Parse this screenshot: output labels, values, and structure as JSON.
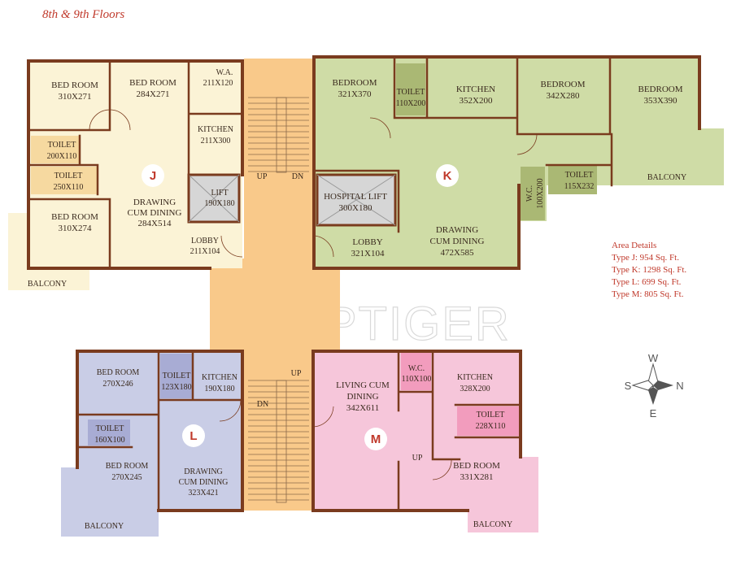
{
  "title": "8th & 9th Floors",
  "area_details": {
    "heading": "Area Details",
    "lines": [
      "Type J: 954 Sq. Ft.",
      "Type K: 1298 Sq. Ft.",
      "Type L: 699 Sq. Ft.",
      "Type M: 805 Sq. Ft."
    ]
  },
  "watermark": "PROPTIGER",
  "compass": {
    "w": "W",
    "s": "S",
    "n": "N",
    "e": "E"
  },
  "units": {
    "j": "J",
    "k": "K",
    "l": "L",
    "m": "M"
  },
  "rooms": {
    "j_bed1": [
      "BED ROOM",
      "310X271"
    ],
    "j_bed2": [
      "BED ROOM",
      "284X271"
    ],
    "j_wa": [
      "W.A.",
      "211X120"
    ],
    "j_kitchen": [
      "KITCHEN",
      "211X300"
    ],
    "j_toilet1": [
      "TOILET",
      "200X110"
    ],
    "j_toilet2": [
      "TOILET",
      "250X110"
    ],
    "j_bed3": [
      "BED ROOM",
      "310X274"
    ],
    "j_drawing": [
      "DRAWING",
      "CUM DINING",
      "284X514"
    ],
    "j_lift": [
      "LIFT",
      "190X180"
    ],
    "j_lobby": [
      "LOBBY",
      "211X104"
    ],
    "j_balcony": [
      "BALCONY"
    ],
    "k_bed1": [
      "BEDROOM",
      "321X370"
    ],
    "k_toilet1": [
      "TOILET",
      "110X200"
    ],
    "k_kitchen": [
      "KITCHEN",
      "352X200"
    ],
    "k_bed2": [
      "BEDROOM",
      "342X280"
    ],
    "k_bed3": [
      "BEDROOM",
      "353X390"
    ],
    "k_toilet2": [
      "TOILET",
      "115X232"
    ],
    "k_wc": [
      "W.C.",
      "100X200"
    ],
    "k_balcony": [
      "BALCONY"
    ],
    "k_lift": [
      "HOSPITAL LIFT",
      "300X180"
    ],
    "k_lobby": [
      "LOBBY",
      "321X104"
    ],
    "k_drawing": [
      "DRAWING",
      "CUM DINING",
      "472X585"
    ],
    "l_bed1": [
      "BED ROOM",
      "270X246"
    ],
    "l_toilet1": [
      "TOILET",
      "123X180"
    ],
    "l_kitchen": [
      "KITCHEN",
      "190X180"
    ],
    "l_toilet2": [
      "TOILET",
      "160X100"
    ],
    "l_bed2": [
      "BED ROOM",
      "270X245"
    ],
    "l_drawing": [
      "DRAWING",
      "CUM DINING",
      "323X421"
    ],
    "l_balcony": [
      "BALCONY"
    ],
    "m_living": [
      "LIVING CUM",
      "DINING",
      "342X611"
    ],
    "m_wc": [
      "W.C.",
      "110X100"
    ],
    "m_kitchen": [
      "KITCHEN",
      "328X200"
    ],
    "m_toilet": [
      "TOILET",
      "228X110"
    ],
    "m_bed": [
      "BED ROOM",
      "331X281"
    ],
    "m_balcony": [
      "BALCONY"
    ]
  },
  "stairs": {
    "up1": "UP",
    "dn1": "DN",
    "up2": "UP",
    "dn2": "DN",
    "up3": "UP"
  },
  "colors": {
    "wall": "#7a3b1e",
    "unit_j": "#fbf3d6",
    "unit_k": "#cfdca6",
    "unit_l": "#c9cde6",
    "unit_m": "#f6c6da",
    "core": "#f9c98a",
    "wet_j": "#f6d9a0",
    "wet_k": "#aab874",
    "wet_l": "#a8acd4",
    "wet_m": "#f29cbd",
    "lift": "#d6d6d6",
    "accent": "#c0392b"
  }
}
